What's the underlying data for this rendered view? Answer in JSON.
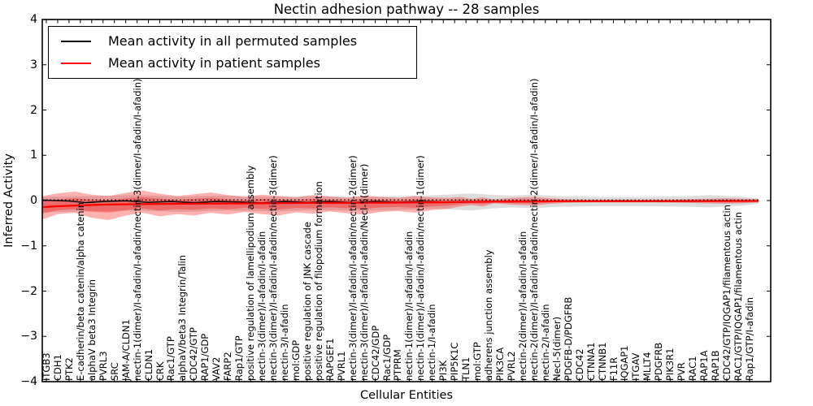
{
  "title": "Nectin adhesion pathway -- 28 samples",
  "legend": {
    "items": [
      {
        "label": "Mean activity in all permuted samples",
        "color": "#000000"
      },
      {
        "label": "Mean activity in patient samples",
        "color": "#ff0000"
      }
    ]
  },
  "chart_data": {
    "type": "line",
    "title": "Nectin adhesion pathway -- 28 samples",
    "xlabel": "Cellular Entities",
    "ylabel": "Inferred Activity",
    "ylim": [
      -4,
      4
    ],
    "ytick_labels": [
      "4",
      "3",
      "2",
      "1",
      "0",
      "−1",
      "−2",
      "−3",
      "−4"
    ],
    "ytick_values": [
      4,
      3,
      2,
      1,
      0,
      -1,
      -2,
      -3,
      -4
    ],
    "legend_position": "upper left",
    "grid": false,
    "categories": [
      "ITGB3",
      "CDH1",
      "PTK2",
      "E-cadherin/beta catenin/alpha catenin",
      "alphaV beta3 Integrin",
      "PVRL3",
      "SRC",
      "JAM-A/CLDN1",
      "nectin-1(dimer)/I-afadin/I-afadin/nectin-3(dimer/I-afadin/I-afadin)",
      "CLDN1",
      "CRK",
      "Rac1/GTP",
      "alphaV/beta3 Integrin/Talin",
      "CDC42/GTP",
      "RAP1/GDP",
      "VAV2",
      "FARP2",
      "Rap1/GTP",
      "positive regulation of lamellipodium assembly",
      "nectin-3(dimer)/I-afadin/I-afadin",
      "nectin-3(dimer)/I-afadin/I-afadin/nectin-3(dimer)",
      "nectin-3/I-afadin",
      "mol:GDP",
      "positive regulation of JNK cascade",
      "positive regulation of filopodium formation",
      "RAPGEF1",
      "PVRL1",
      "nectin-3(dimer)/I-afadin/I-afadin/nectin-2(dimer)",
      "nectin-3(dimer)/I-afadin/I-afadin/Necl-5(dimer)",
      "CDC42/GDP",
      "Rac1/GDP",
      "PTPRM",
      "nectin-1(dimer)/I-afadin/I-afadin",
      "nectin-1(dimer)/I-afadin/I-afadin/nectin-1(dimer)",
      "nectin-1/I-afadin",
      "PI3K",
      "PIP5K1C",
      "TLN1",
      "mol:GTP",
      "adherens junction assembly",
      "PIK3CA",
      "PVRL2",
      "nectin-2(dimer)/I-afadin/I-afadin",
      "nectin-2(dimer)/I-afadin/I-afadin/nectin-2(dimer/I-afadin/I-afadin)",
      "nectin-2/I-afadin",
      "Necl-5(dimer)",
      "PDGFB-D/PDGFRB",
      "CDC42",
      "CTNNA1",
      "CTNNB1",
      "F11R",
      "IQGAP1",
      "ITGAV",
      "MLLT4",
      "PDGFRB",
      "PIK3R1",
      "PVR",
      "RAC1",
      "RAP1A",
      "RAP1B",
      "CDC42/GTP/IQGAP1/filamentous actin",
      "RAC1/GTP/IQGAP1/filamentous actin",
      "Rap1/GTP/I-afadin"
    ],
    "series": [
      {
        "name": "Mean activity in all permuted samples",
        "color": "#000000",
        "style": "solid",
        "width": 1.4,
        "x": [
          -0.36,
          2,
          3.5,
          5,
          7,
          9,
          11,
          13,
          15,
          17,
          19,
          21,
          23,
          25,
          27,
          29,
          31,
          33,
          35,
          37,
          39,
          42,
          46,
          50,
          55,
          62.8
        ],
        "y": [
          0.01,
          -0.01,
          -0.045,
          -0.02,
          -0.005,
          -0.04,
          -0.02,
          -0.045,
          -0.02,
          -0.03,
          -0.05,
          -0.02,
          -0.04,
          -0.02,
          -0.045,
          -0.02,
          -0.035,
          -0.02,
          -0.03,
          -0.025,
          -0.02,
          -0.025,
          -0.02,
          -0.018,
          -0.018,
          -0.012
        ]
      },
      {
        "name": "Mean activity in patient samples",
        "color": "#ff0000",
        "style": "solid",
        "width": 2.2,
        "x": [
          -0.36,
          1,
          3,
          5,
          8,
          11,
          15,
          19,
          23,
          27,
          31,
          35,
          38,
          41,
          45,
          50,
          55,
          60,
          62.8
        ],
        "y": [
          -0.145,
          -0.125,
          -0.105,
          -0.09,
          -0.08,
          -0.072,
          -0.065,
          -0.06,
          -0.052,
          -0.05,
          -0.045,
          -0.038,
          -0.028,
          -0.022,
          -0.016,
          -0.013,
          -0.012,
          -0.01,
          -0.01
        ]
      },
      {
        "name": "permuted reference (dotted)",
        "color": "#000000",
        "style": "dotted",
        "width": 1.3,
        "x": [
          -0.36,
          10,
          20,
          30,
          40,
          50,
          62.8
        ],
        "y": [
          0.015,
          0.01,
          0.015,
          0.012,
          0.012,
          0.01,
          0.012
        ]
      }
    ],
    "bands": [
      {
        "name": "permuted-sample-range",
        "color": "#999999",
        "alpha": 0.33,
        "x": [
          -0.36,
          4,
          8,
          12,
          16,
          20,
          24,
          28,
          32,
          34.5,
          36,
          37.5,
          39,
          41,
          43,
          45,
          47,
          49,
          51,
          53,
          55,
          57,
          58.5,
          60,
          61.5,
          62.8
        ],
        "top": [
          0.08,
          0.1,
          0.12,
          0.09,
          0.11,
          0.09,
          0.1,
          0.08,
          0.1,
          0.12,
          0.14,
          0.16,
          0.13,
          0.11,
          0.13,
          0.1,
          0.09,
          0.08,
          0.08,
          0.08,
          0.09,
          0.1,
          0.12,
          0.1,
          0.08,
          0.05
        ],
        "bot": [
          -0.26,
          -0.24,
          -0.22,
          -0.25,
          -0.22,
          -0.24,
          -0.21,
          -0.23,
          -0.2,
          -0.18,
          -0.2,
          -0.22,
          -0.18,
          -0.15,
          -0.17,
          -0.14,
          -0.13,
          -0.12,
          -0.12,
          -0.12,
          -0.13,
          -0.14,
          -0.15,
          -0.13,
          -0.11,
          -0.07
        ]
      },
      {
        "name": "patient-sample-range-outer",
        "color": "#ff0000",
        "alpha": 0.3,
        "x": [
          -0.36,
          1,
          2.5,
          4,
          5.5,
          7,
          8.5,
          10,
          11.5,
          13,
          14.5,
          16,
          17.5,
          19,
          20.5,
          22,
          23.5,
          25,
          26.5,
          28,
          29.5,
          31,
          32.5,
          34,
          35.5,
          36.5,
          37.5,
          38.5,
          39.5,
          41,
          43,
          44.5,
          46,
          48,
          50,
          52,
          54,
          56,
          58,
          60,
          61.5,
          62.8
        ],
        "top": [
          0.1,
          0.16,
          0.2,
          0.13,
          0.1,
          0.17,
          0.22,
          0.15,
          0.1,
          0.14,
          0.18,
          0.12,
          0.08,
          0.13,
          0.1,
          0.07,
          0.12,
          0.09,
          0.06,
          0.11,
          0.08,
          0.06,
          0.1,
          0.07,
          0.06,
          0.08,
          0.04,
          0.07,
          0.03,
          0.06,
          0.08,
          0.05,
          0.03,
          0.02,
          0.02,
          0.02,
          0.02,
          0.03,
          0.04,
          0.05,
          0.04,
          0.03
        ],
        "bot": [
          -0.42,
          -0.3,
          -0.27,
          -0.38,
          -0.43,
          -0.33,
          -0.27,
          -0.35,
          -0.3,
          -0.33,
          -0.27,
          -0.31,
          -0.25,
          -0.3,
          -0.33,
          -0.26,
          -0.29,
          -0.24,
          -0.28,
          -0.31,
          -0.25,
          -0.23,
          -0.27,
          -0.21,
          -0.18,
          -0.13,
          -0.1,
          -0.13,
          -0.06,
          -0.09,
          -0.11,
          -0.07,
          -0.05,
          -0.04,
          -0.04,
          -0.04,
          -0.04,
          -0.05,
          -0.06,
          -0.07,
          -0.06,
          -0.04
        ]
      },
      {
        "name": "patient-sample-range-inner",
        "color": "#ff0000",
        "alpha": 0.3,
        "x": [
          -0.36,
          1,
          2.5,
          4,
          5.5,
          7,
          8.5,
          10,
          11.5,
          13,
          14.5,
          16,
          17.5,
          19,
          20.5,
          22,
          23.5,
          25,
          26.5,
          28,
          29.5,
          31,
          32.5,
          34,
          35.5,
          36.5,
          37.5,
          38.5,
          39.5,
          41,
          43,
          44.5,
          46,
          48,
          50,
          52,
          54,
          56,
          58,
          60,
          61.5,
          62.8
        ],
        "top": [
          -0.018,
          0.023,
          0.051,
          0.022,
          0.01,
          0.049,
          0.077,
          0.042,
          0.018,
          0.04,
          0.062,
          0.032,
          0.012,
          0.039,
          0.025,
          0.01,
          0.037,
          0.022,
          0.007,
          0.034,
          0.019,
          0.01,
          0.031,
          0.017,
          0.014,
          0.026,
          0.007,
          0.024,
          0.005,
          0.021,
          0.032,
          0.017,
          0.008,
          0.004,
          0.004,
          0.004,
          0.005,
          0.01,
          0.016,
          0.021,
          0.016,
          0.011
        ],
        "bot": [
          -0.288,
          -0.216,
          -0.193,
          -0.243,
          -0.266,
          -0.211,
          -0.178,
          -0.218,
          -0.19,
          -0.204,
          -0.172,
          -0.192,
          -0.16,
          -0.185,
          -0.199,
          -0.161,
          -0.176,
          -0.149,
          -0.17,
          -0.185,
          -0.153,
          -0.141,
          -0.161,
          -0.128,
          -0.111,
          -0.083,
          -0.066,
          -0.08,
          -0.042,
          -0.057,
          -0.067,
          -0.045,
          -0.033,
          -0.028,
          -0.027,
          -0.027,
          -0.027,
          -0.032,
          -0.036,
          -0.041,
          -0.036,
          -0.026
        ]
      }
    ]
  }
}
